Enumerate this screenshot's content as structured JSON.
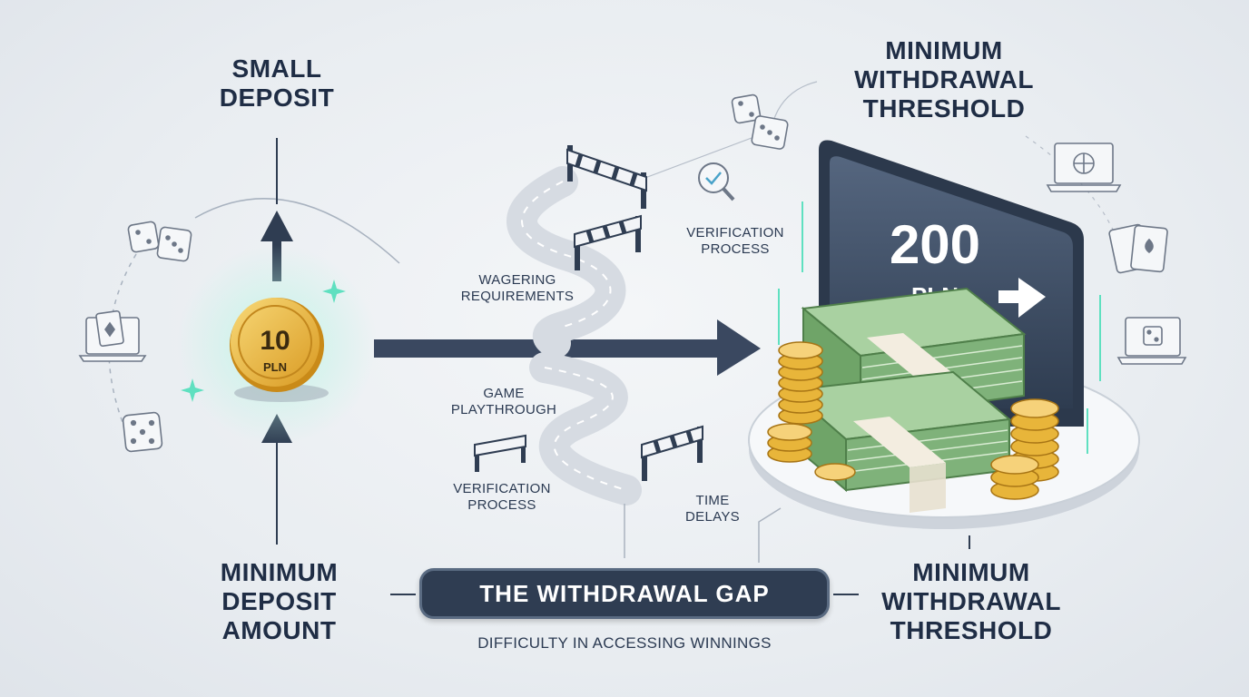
{
  "labels": {
    "small_deposit": [
      "SMALL",
      "DEPOSIT"
    ],
    "threshold_top": [
      "MINIMUM",
      "WITHDRAWAL",
      "THRESHOLD"
    ],
    "min_deposit": [
      "MINIMUM",
      "DEPOSIT",
      "AMOUNT"
    ],
    "threshold_bottom": [
      "MINIMUM",
      "WITHDRAWAL",
      "THRESHOLD"
    ]
  },
  "coin": {
    "amount": "10",
    "currency": "PLN"
  },
  "screen": {
    "amount": "200",
    "currency": "PLN"
  },
  "obstacles": {
    "wagering": [
      "WAGERING",
      "REQUIREMENTS"
    ],
    "verification_top": [
      "VERIFICATION",
      "PROCESS"
    ],
    "game": [
      "GAME",
      "PLAYTHROUGH"
    ],
    "verification_bottom": [
      "VERIFICATION",
      "PROCESS"
    ],
    "time": [
      "TIME",
      "DELAYS"
    ]
  },
  "banner": {
    "title": "THE WITHDRAWAL GAP",
    "subtitle": "DIFFICULTY IN ACCESSING WINNINGS"
  },
  "colors": {
    "dark": "#2f3d52",
    "coin": "#e8b53a",
    "cash": "#7fb27a",
    "glow": "#5fe0c0"
  }
}
